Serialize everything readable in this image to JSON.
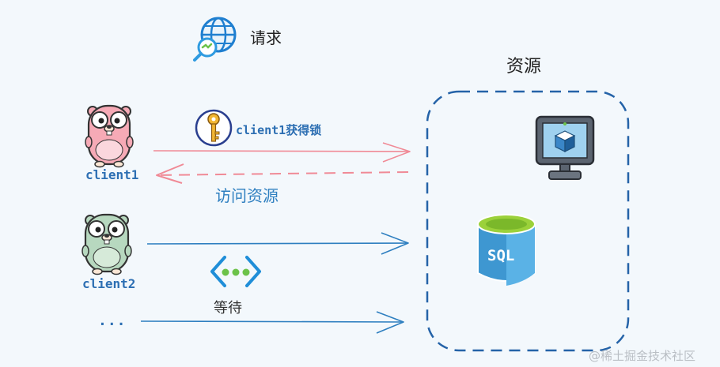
{
  "labels": {
    "request": "请求",
    "resource_title": "资源",
    "client1": "client1",
    "client2": "client2",
    "more_clients": "...",
    "lock_acquired": "client1获得锁",
    "access_resource": "访问资源",
    "wait": "等待",
    "watermark": "@稀土掘金技术社区",
    "sql": "SQL"
  },
  "colors": {
    "background": "#f3f8fc",
    "client1_arrow": "#f08a96",
    "client2_arrow": "#2e7fc0",
    "resource_border": "#2563a8",
    "gopher_pink": "#f6aab6",
    "gopher_green": "#b7d8bf",
    "db_body": "#3e97d1",
    "db_top": "#9bd13a"
  },
  "icons": {
    "request": "globe-search-icon",
    "lock": "key-icon",
    "wait": "ellipsis-connection-icon",
    "server": "monitor-cube-icon",
    "database": "sql-database-icon",
    "client1": "pink-gopher-icon",
    "client2": "green-gopher-icon"
  }
}
